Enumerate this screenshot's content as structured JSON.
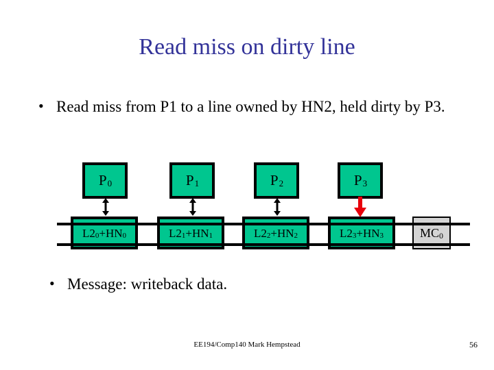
{
  "slide": {
    "title": "Read miss on dirty line",
    "bullets": [
      {
        "marker": "•",
        "text": "Read miss from P1 to a line owned by HN2, held dirty by P3."
      },
      {
        "marker": "•",
        "text": "Message: writeback data."
      }
    ],
    "footer": {
      "credit": "EE194/Comp140 Mark Hempstead",
      "page_number": "56"
    }
  },
  "diagram": {
    "colors": {
      "node_fill": "#00C68F",
      "mc_fill": "#D4D4D4",
      "outline": "#000000",
      "active_arrow": "#E8000B",
      "idle_arrow": "#000000",
      "title": "#333399"
    },
    "processors": [
      {
        "label": "P",
        "sub": "0",
        "arrow": "double",
        "arrow_color": "#000000"
      },
      {
        "label": "P",
        "sub": "1",
        "arrow": "double",
        "arrow_color": "#000000"
      },
      {
        "label": "P",
        "sub": "2",
        "arrow": "double",
        "arrow_color": "#000000"
      },
      {
        "label": "P",
        "sub": "3",
        "arrow": "down",
        "arrow_color": "#E8000B"
      }
    ],
    "nodes": [
      {
        "label": "L2",
        "sub1": "0",
        "mid": "+HN",
        "sub2": "0"
      },
      {
        "label": "L2",
        "sub1": "1",
        "mid": "+HN",
        "sub2": "1"
      },
      {
        "label": "L2",
        "sub1": "2",
        "mid": "+HN",
        "sub2": "2"
      },
      {
        "label": "L2",
        "sub1": "3",
        "mid": "+HN",
        "sub2": "3"
      }
    ],
    "memory_controller": {
      "label": "MC",
      "sub": "0"
    },
    "bus": {
      "lines": 2,
      "label": ""
    }
  }
}
